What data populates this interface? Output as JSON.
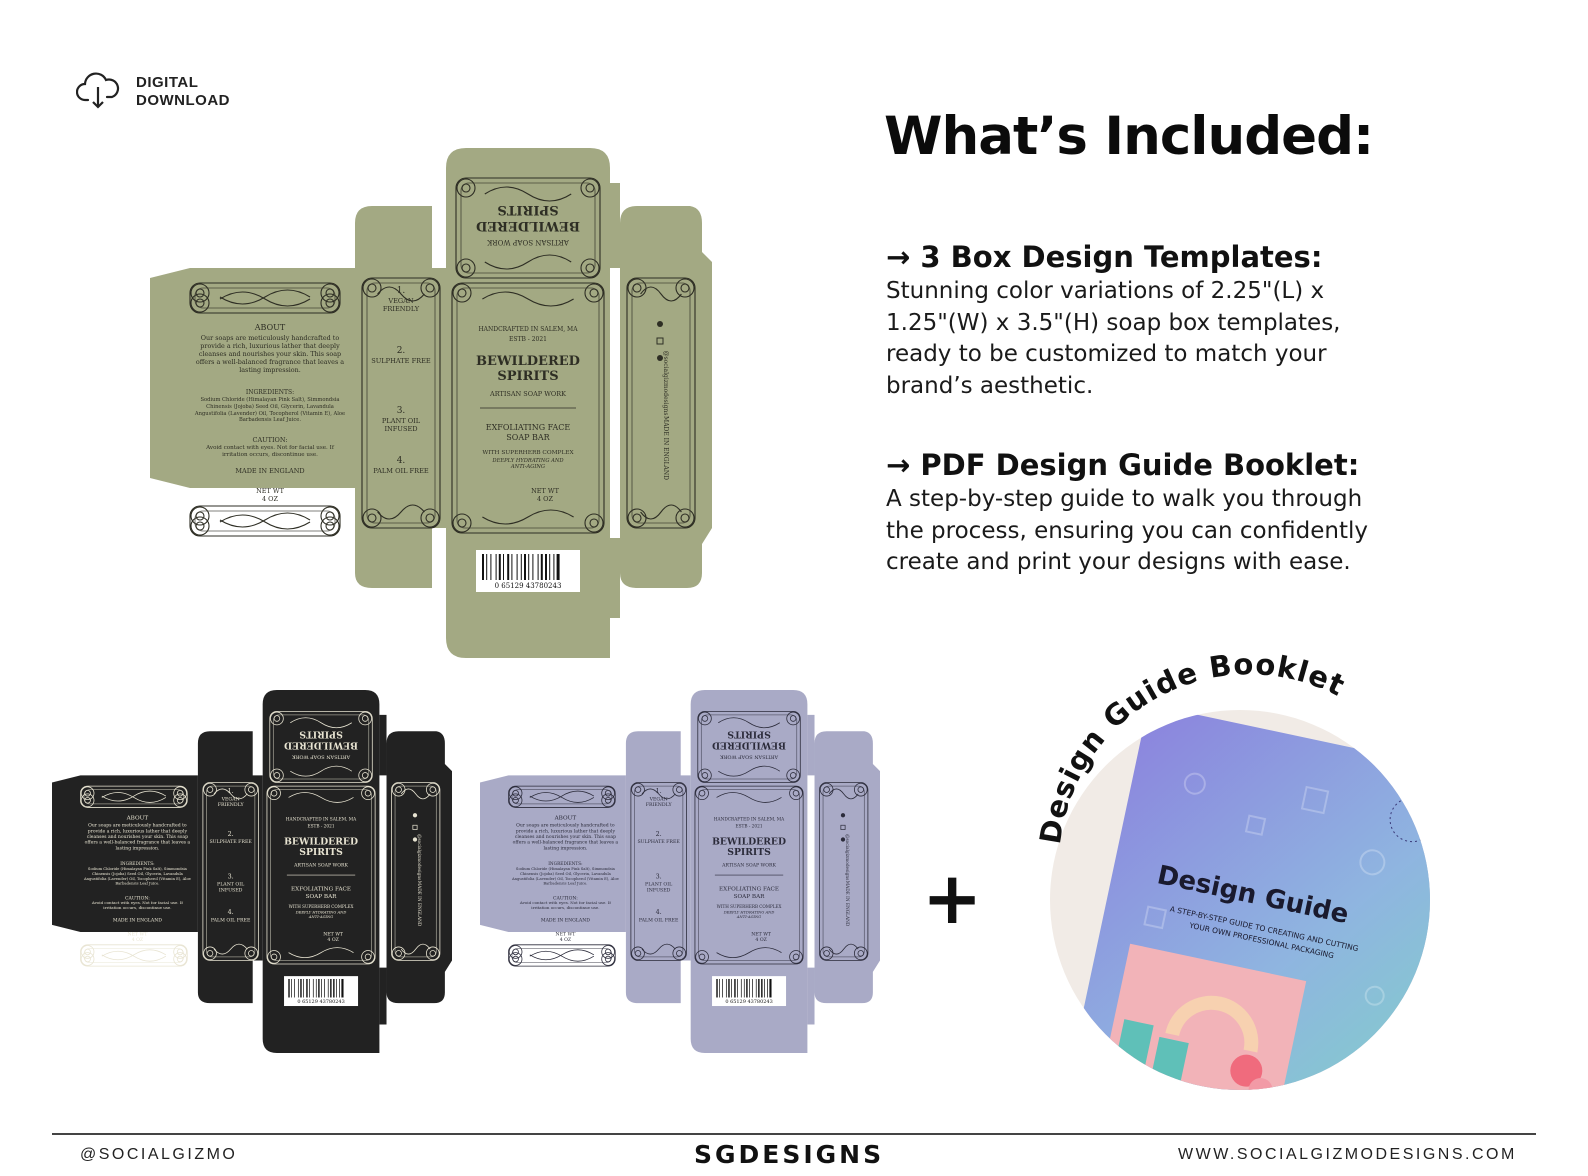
{
  "badge": {
    "line1": "DIGITAL",
    "line2": "DOWNLOAD",
    "icon": "cloud-download-icon"
  },
  "headline": "What’s Included:",
  "items": [
    {
      "title": "→ 3 Box Design Templates:",
      "lines": [
        "Stunning color variations of 2.25\"(L) x",
        "1.25\"(W) x 3.5\"(H) soap box templates,",
        "ready to be customized to match your",
        "brand’s aesthetic."
      ]
    },
    {
      "title": "→ PDF Design Guide Booklet:",
      "lines": [
        "A step-by-step guide to walk you through",
        "the process, ensuring you can confidently",
        "create and print your designs with ease."
      ]
    }
  ],
  "box_label": {
    "brand_top": "BEWILDERED",
    "brand_bottom": "SPIRITS",
    "work": "ARTISAN SOAP WORK",
    "handcrafted": "HANDCRAFTED IN SALEM, MA",
    "established": "ESTB - 2021",
    "product_line1": "EXFOLIATING FACE",
    "product_line2": "SOAP BAR",
    "complex": "WITH SUPERHERB COMPLEX",
    "tagline": "DEEPLY HYDRATING AND ANTI-AGING",
    "net_wt": "NET WT",
    "weight": "4 OZ",
    "about_heading": "ABOUT",
    "about_text": "Our soaps are meticulously handcrafted to provide a rich, luxurious lather that deeply cleanses and nourishes your skin. This soap offers a well-balanced fragrance that leaves a lasting impression.",
    "ingredients_heading": "INGREDIENTS:",
    "ingredients_text": "Sodium Chloride (Himalayan Pink Salt), Simmondsia Chinensis (Jojoba) Seed Oil, Glycerin, Lavandula Angustifolia (Lavender) Oil, Tocopherol (Vitamin E), Aloe Barbadensis Leaf Juice.",
    "caution_heading": "CAUTION:",
    "caution_text": "Avoid contact with eyes. Not for facial use. If irritation occurs, discontinue use.",
    "made_in": "MADE IN ENGLAND",
    "features": [
      "VEGAN FRIENDLY",
      "SULPHATE FREE",
      "PLANT OIL INFUSED",
      "PALM OIL FREE"
    ],
    "feature_numbers": [
      "1.",
      "2.",
      "3.",
      "4."
    ],
    "barcode": "0 65129 43780243",
    "handle": "@socialgizmodesigns",
    "side_made_in": "MADE IN ENGLAND"
  },
  "boxes": [
    {
      "variant": "green",
      "fill": "#a3a983",
      "ink": "#2e2e24"
    },
    {
      "variant": "black",
      "fill": "#222222",
      "ink": "#e8e4d2"
    },
    {
      "variant": "lavender",
      "fill": "#a9aac6",
      "ink": "#2b2b3a"
    }
  ],
  "plus": "+",
  "booklet": {
    "arc_text": "Design Guide Booklet",
    "cover_title": "Design Guide",
    "cover_subtitle_line1": "A STEP-BY-STEP GUIDE TO CREATING AND CUTTING",
    "cover_subtitle_line2": "YOUR OWN PROFESSIONAL PACKAGING",
    "circle_color": "#f1ebe6"
  },
  "footer": {
    "left": "@SOCIALGIZMO",
    "center": "SGDESIGNS",
    "right": "WWW.SOCIALGIZMODESIGNS.COM"
  }
}
